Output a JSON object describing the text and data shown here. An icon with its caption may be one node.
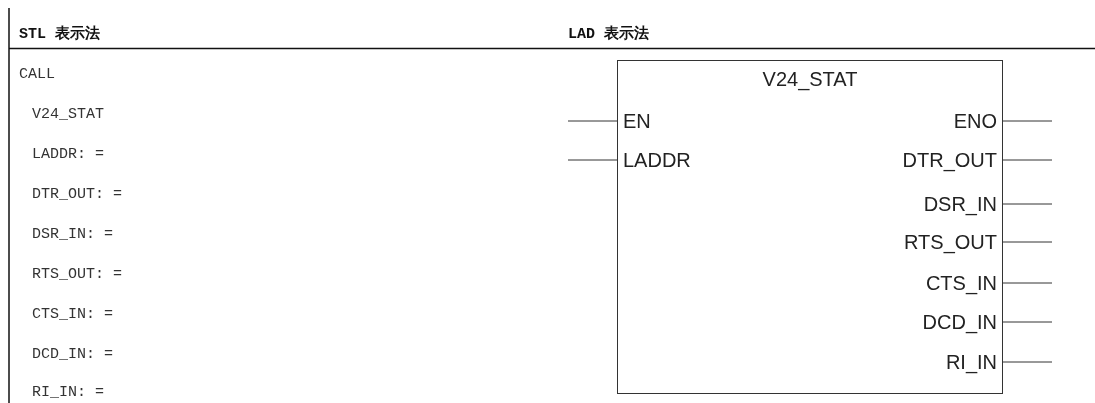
{
  "diagram": {
    "nodes": [
      {
        "text": [
          "V24_STAT"
        ]
      },
      {
        "text": [
          "EN"
        ],
        "in": 0
      },
      {
        "text": [
          "ENO"
        ],
        "in": 0
      },
      {
        "text": [
          "LADDR"
        ],
        "in": 0
      },
      {
        "text": [
          "DTR_OUT"
        ],
        "in": 0
      },
      {
        "text": [
          "DSR_IN"
        ],
        "in": 0
      },
      {
        "text": [
          "RTS_OUT"
        ],
        "in": 0
      },
      {
        "text": [
          "CTS_IN"
        ],
        "in": 0
      },
      {
        "text": [
          "DCD_IN"
        ],
        "in": 0
      },
      {
        "text": [
          "RI_IN"
        ],
        "in": 0
      }
    ],
    "edges": [
      {
        "from": null,
        "to": 1,
        "arrow": "none"
      },
      {
        "from": 2,
        "to": null,
        "arrow": "none"
      },
      {
        "from": null,
        "to": 3,
        "arrow": "none"
      },
      {
        "from": 4,
        "to": null,
        "arrow": "none"
      },
      {
        "from": 5,
        "to": null,
        "arrow": "none"
      },
      {
        "from": 6,
        "to": null,
        "arrow": "none"
      },
      {
        "from": 7,
        "to": null,
        "arrow": "none"
      },
      {
        "from": 8,
        "to": null,
        "arrow": "none"
      },
      {
        "from": 9,
        "to": null,
        "arrow": "none"
      }
    ],
    "labels": [
      "STL 表示法",
      "LAD 表示法",
      "CALL",
      "V24_STAT",
      "LADDR: =",
      "DTR_OUT: =",
      "DSR_IN: =",
      "RTS_OUT: =",
      "CTS_IN: =",
      "DCD_IN: =",
      "RI_IN: ="
    ]
  }
}
